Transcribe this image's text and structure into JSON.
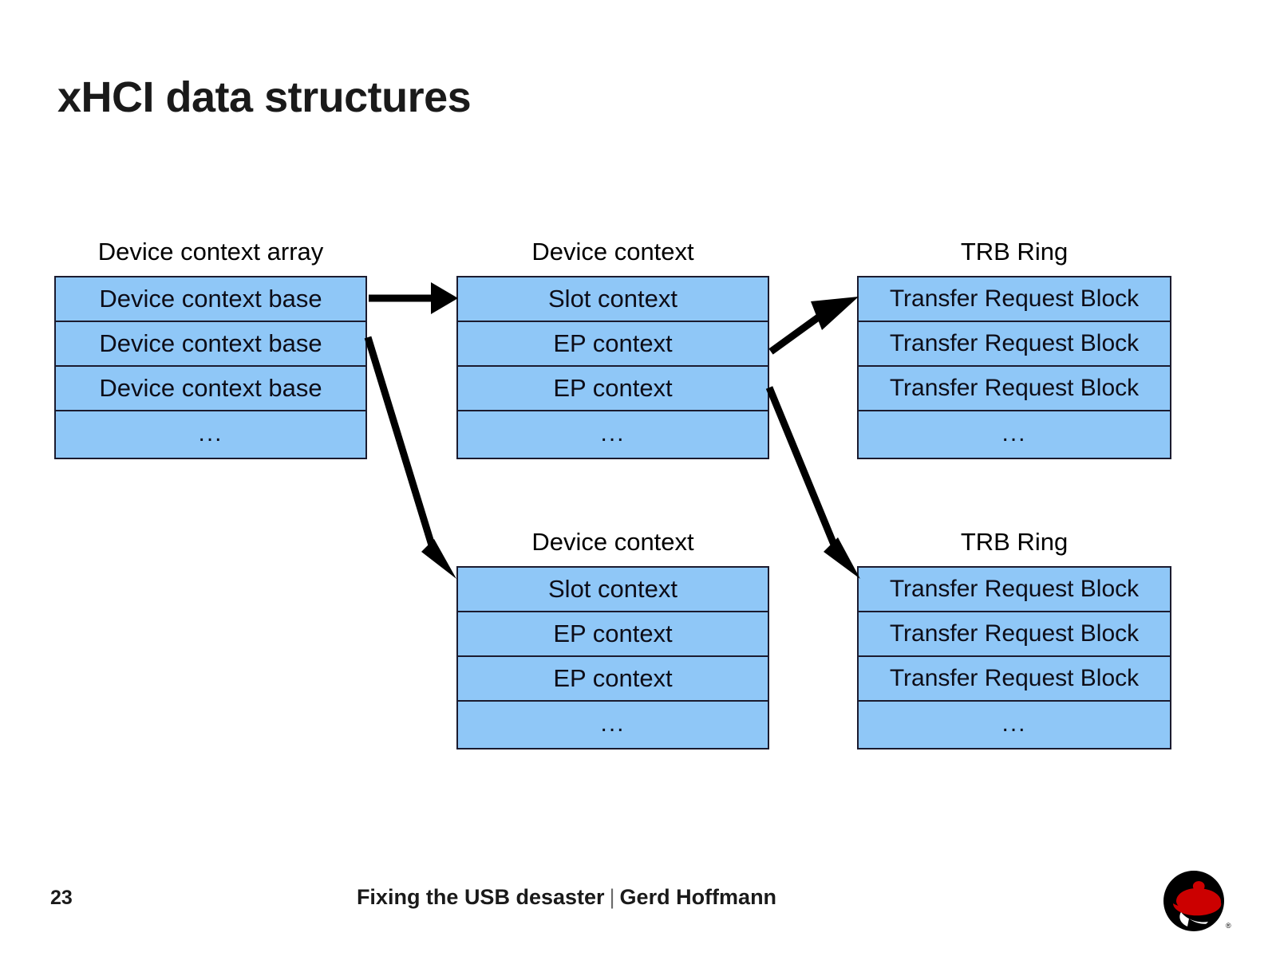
{
  "slide": {
    "title": "xHCI data structures",
    "page_number": "23",
    "footer_title": "Fixing the USB desaster",
    "footer_separator": "|",
    "footer_author": "Gerd Hoffmann",
    "logo_name": "red-hat-shadowman-logo"
  },
  "colors": {
    "box_fill": "#8FC7F7",
    "box_border": "#1b1b2f",
    "text": "#0d0d18",
    "title": "#1a1a1a",
    "arrow": "#000000",
    "logo_red": "#cc0000",
    "logo_black": "#000000",
    "background": "#ffffff"
  },
  "diagram": {
    "groups": [
      {
        "id": "device-context-array",
        "label": "Device context array",
        "rows": [
          "Device context base",
          "Device context base",
          "Device context base",
          "..."
        ]
      },
      {
        "id": "device-context-top",
        "label": "Device context",
        "rows": [
          "Slot context",
          "EP context",
          "EP context",
          "..."
        ]
      },
      {
        "id": "trb-ring-top",
        "label": "TRB Ring",
        "rows": [
          "Transfer Request Block",
          "Transfer Request Block",
          "Transfer Request Block",
          "..."
        ]
      },
      {
        "id": "device-context-bottom",
        "label": "Device context",
        "rows": [
          "Slot context",
          "EP context",
          "EP context",
          "..."
        ]
      },
      {
        "id": "trb-ring-bottom",
        "label": "TRB Ring",
        "rows": [
          "Transfer Request Block",
          "Transfer Request Block",
          "Transfer Request Block",
          "..."
        ]
      }
    ],
    "arrows": [
      {
        "id": "arr-array0-to-devctx-top",
        "from": "Device context base (row 1)",
        "to": "Device context (top) Slot context"
      },
      {
        "id": "arr-array1-to-devctx-bottom",
        "from": "Device context base (row 2)",
        "to": "Device context (bottom) Slot context"
      },
      {
        "id": "arr-ep-to-trb-top",
        "from": "EP context (row 1, top device context)",
        "to": "TRB Ring (top) Transfer Request Block"
      },
      {
        "id": "arr-ep-to-trb-bottom",
        "from": "EP context (row 2, top device context)",
        "to": "TRB Ring (bottom) Transfer Request Block"
      }
    ]
  }
}
